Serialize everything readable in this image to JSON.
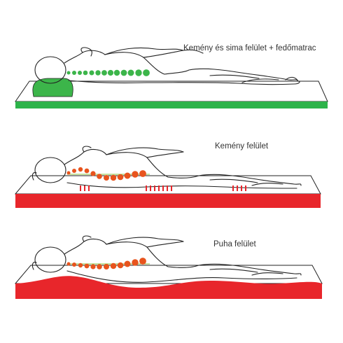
{
  "panels": [
    {
      "caption": "Kemény és sima felület + fedőmatrac",
      "surface_color": "#2db34a",
      "dot_color": "#3cb54a",
      "support": "firm-flat-with-topper"
    },
    {
      "caption": "Kemény felület",
      "surface_color": "#e8262b",
      "dot_color": "#e8541d",
      "support": "firm"
    },
    {
      "caption": "Puha felület",
      "surface_color": "#e8262b",
      "dot_color": "#e8541d",
      "support": "soft"
    }
  ],
  "colors": {
    "outline": "#222222",
    "pressure_marks": "#e8262b",
    "pillow": "#3cb54a",
    "spine_reference_line": "#8bc63f"
  }
}
